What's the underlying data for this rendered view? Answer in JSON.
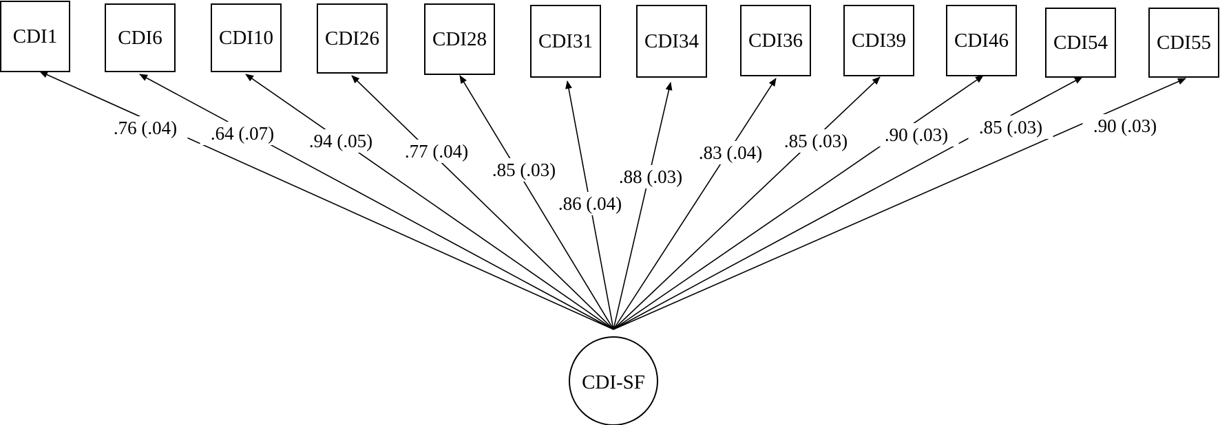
{
  "latent": {
    "label": "CDI-SF"
  },
  "indicators": [
    {
      "label": "CDI1",
      "loading": ".76 (.04)"
    },
    {
      "label": "CDI6",
      "loading": ".64 (.07)"
    },
    {
      "label": "CDI10",
      "loading": ".94 (.05)"
    },
    {
      "label": "CDI26",
      "loading": ".77 (.04)"
    },
    {
      "label": "CDI28",
      "loading": ".85 (.03)"
    },
    {
      "label": "CDI31",
      "loading": ".86 (.04)"
    },
    {
      "label": "CDI34",
      "loading": ".88 (.03)"
    },
    {
      "label": "CDI36",
      "loading": ".83 (.04)"
    },
    {
      "label": "CDI39",
      "loading": ".85 (.03)"
    },
    {
      "label": "CDI46",
      "loading": ".90 (.03)"
    },
    {
      "label": "CDI54",
      "loading": ".85 (.03)"
    },
    {
      "label": "CDI55",
      "loading": ".90 (.03)"
    }
  ]
}
